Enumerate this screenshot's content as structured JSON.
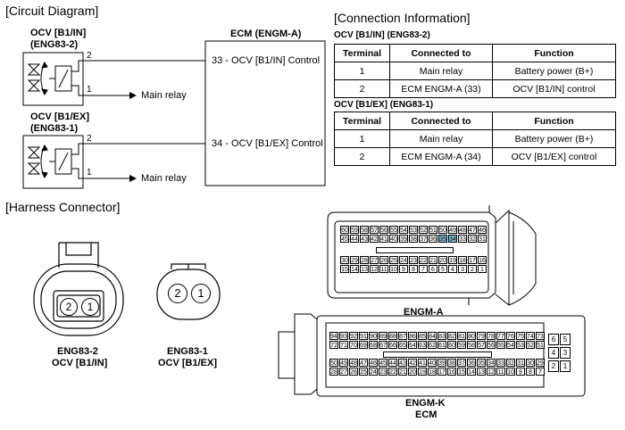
{
  "circuit": {
    "title": "[Circuit Diagram]",
    "ocv_in": {
      "label_line1": "OCV [B1/IN]",
      "label_line2": "(ENG83-2)",
      "pin2": "2",
      "pin1": "1",
      "relay": "Main relay"
    },
    "ocv_ex": {
      "label_line1": "OCV [B1/EX]",
      "label_line2": "(ENG83-1)",
      "pin2": "2",
      "pin1": "1",
      "relay": "Main relay"
    },
    "ecm": {
      "title": "ECM (ENGM-A)",
      "term33": "33 - OCV [B1/IN] Control",
      "term34": "34 - OCV [B1/EX] Control"
    }
  },
  "connection": {
    "title": "[Connection Information]",
    "headers": [
      "Terminal",
      "Connected to",
      "Function"
    ],
    "in": {
      "title": "OCV [B1/IN] (ENG83-2)",
      "rows": [
        [
          "1",
          "Main relay",
          "Battery power (B+)"
        ],
        [
          "2",
          "ECM ENGM-A (33)",
          "OCV [B1/IN] control"
        ]
      ]
    },
    "ex": {
      "title": "OCV [B1/EX] (ENG83-1)",
      "rows": [
        [
          "1",
          "Main relay",
          "Battery power (B+)"
        ],
        [
          "2",
          "ECM ENGM-A (34)",
          "OCV [B1/EX] control"
        ]
      ]
    }
  },
  "harness": {
    "title": "[Harness Connector]",
    "eng83_2": {
      "line1": "ENG83-2",
      "line2": "OCV [B1/IN]",
      "pin2": "2",
      "pin1": "1"
    },
    "eng83_1": {
      "line1": "ENG83-1",
      "line2": "OCV [B1/EX]",
      "pin2": "2",
      "pin1": "1"
    },
    "engm_a": {
      "label": "ENGM-A",
      "row1": [
        "60",
        "59",
        "58",
        "57",
        "56",
        "55",
        "54",
        "53",
        "52",
        "51",
        "50",
        "49",
        "48",
        "47",
        "46"
      ],
      "row2": [
        "45",
        "44",
        "43",
        "42",
        "41",
        "40",
        "39",
        "38",
        "37",
        "36",
        "35",
        "34",
        "33",
        "32",
        "31"
      ],
      "row3": [
        "30",
        "29",
        "28",
        "27",
        "26",
        "25",
        "24",
        "23",
        "22",
        "21",
        "20",
        "19",
        "18",
        "17",
        "16"
      ],
      "row4": [
        "15",
        "14",
        "13",
        "12",
        "11",
        "10",
        "9",
        "8",
        "7",
        "6",
        "5",
        "4",
        "3",
        "2",
        "1"
      ],
      "highlight_color": "#7fc6d9"
    },
    "engm_k": {
      "label_line1": "ENGM-K",
      "label_line2": "ECM",
      "row1": [
        "94",
        "93",
        "92",
        "91",
        "90",
        "89",
        "88",
        "87",
        "86",
        "85",
        "84",
        "83",
        "82",
        "81",
        "80",
        "79",
        "78",
        "77",
        "76",
        "75",
        "74",
        "73"
      ],
      "row2": [
        "72",
        "71",
        "70",
        "69",
        "68",
        "67",
        "66",
        "65",
        "64",
        "63",
        "62",
        "61",
        "60",
        "59",
        "58",
        "57",
        "56",
        "55",
        "54",
        "53",
        "52",
        "51"
      ],
      "row3": [
        "50",
        "49",
        "48",
        "47",
        "46",
        "45",
        "44",
        "43",
        "42",
        "41",
        "40",
        "39",
        "38",
        "37",
        "36",
        "35",
        "34",
        "33",
        "32",
        "31",
        "30",
        "29"
      ],
      "row4": [
        "28",
        "27",
        "26",
        "25",
        "24",
        "23",
        "22",
        "21",
        "20",
        "19",
        "18",
        "17",
        "16",
        "15",
        "14",
        "13",
        "12",
        "11",
        "10",
        "9",
        "8",
        "7"
      ],
      "side": [
        [
          "6",
          "5"
        ],
        [
          "4",
          "3"
        ],
        [
          "2",
          "1"
        ]
      ]
    }
  }
}
